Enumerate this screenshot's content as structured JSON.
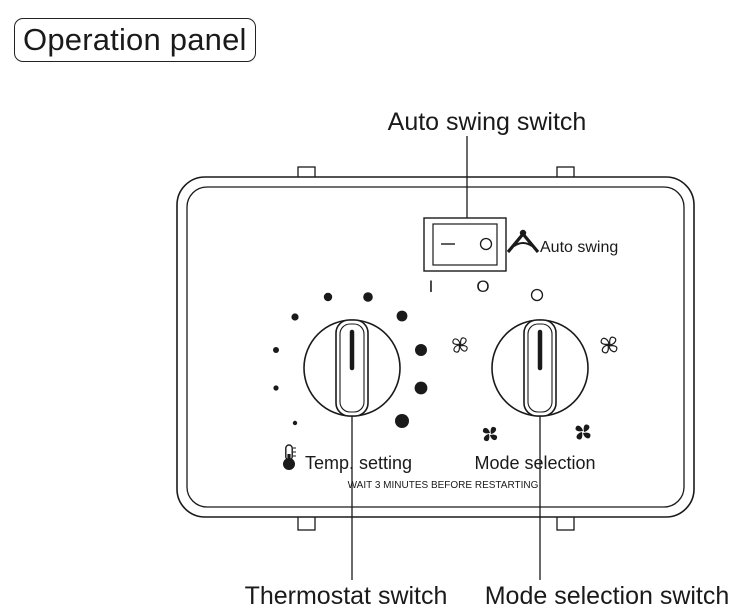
{
  "title": "Operation panel",
  "labels": {
    "auto_swing_switch": "Auto swing switch",
    "auto_swing": "Auto swing",
    "switch_on_mark": "I",
    "switch_off_mark": "O",
    "temp_setting": "Temp. setting",
    "mode_selection": "Mode selection",
    "warning": "WAIT 3 MINUTES BEFORE RESTARTING",
    "thermostat_switch": "Thermostat switch",
    "mode_selection_switch": "Mode selection switch"
  },
  "icons": {
    "rocker_on": "rocker-on-line",
    "rocker_off": "rocker-off-circle",
    "auto_swing": "auto-swing-icon",
    "thermometer": "thermometer-icon",
    "mode_off": "off-circle-icon",
    "fan_low": "fan-outline-icon",
    "fan_high": "fan-outline-large-icon",
    "fan_cool_low": "fan-filled-icon",
    "fan_cool_high": "fan-filled-large-icon"
  }
}
